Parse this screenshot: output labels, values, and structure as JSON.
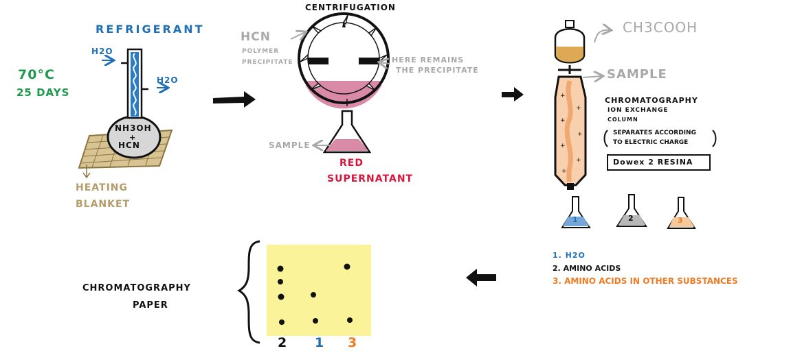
{
  "colors": {
    "blue": "#1f6fb6",
    "green": "#1e9a4c",
    "tan": "#b59b6a",
    "gray": "#a8a8a8",
    "red": "#d9143a",
    "orange": "#f07a22",
    "black": "#111111",
    "paper_yellow": "#fbf39a",
    "pink": "#d98aa6",
    "amber": "#dda955"
  },
  "reflux": {
    "refrigerant": "REFRIGERANT",
    "water_in": "H2O",
    "water_out": "H2O",
    "temperature": "70°C",
    "duration": "25 DAYS",
    "flask_top": "NH3OH",
    "flask_plus": "+",
    "flask_bottom": "HCN",
    "heating_line1": "HEATING",
    "heating_line2": "BLANKET"
  },
  "centrifuge": {
    "title": "CENTRIFUGATION",
    "hcn": "HCN",
    "polymer_line1": "POLYMER",
    "polymer_line2": "PRECIPITATE",
    "remains_line1": "HERE REMAINS",
    "remains_line2": "THE PRECIPITATE",
    "sample": "SAMPLE",
    "red_line1": "RED",
    "red_line2": "SUPERNATANT"
  },
  "column": {
    "acetic": "CH3COOH",
    "sample": "SAMPLE",
    "title_line1": "CHROMATOGRAPHY",
    "title_line2": "ION EXCHANGE",
    "title_line3": "COLUMN",
    "note_line1": "SEPARATES ACCORDING",
    "note_line2": "TO ELECTRIC CHARGE",
    "resin": "Dowex 2 RESINA",
    "flask_labels": [
      "1",
      "2",
      "3"
    ]
  },
  "fractions": [
    {
      "text": "1. H2O"
    },
    {
      "text": "2. AMINO ACIDS"
    },
    {
      "text": "3. AMINO ACIDS IN OTHER SUBSTANCES"
    }
  ],
  "paper": {
    "label_line1": "CHROMATOGRAPHY",
    "label_line2": "PAPER",
    "lanes": [
      "2",
      "1",
      "3"
    ]
  }
}
